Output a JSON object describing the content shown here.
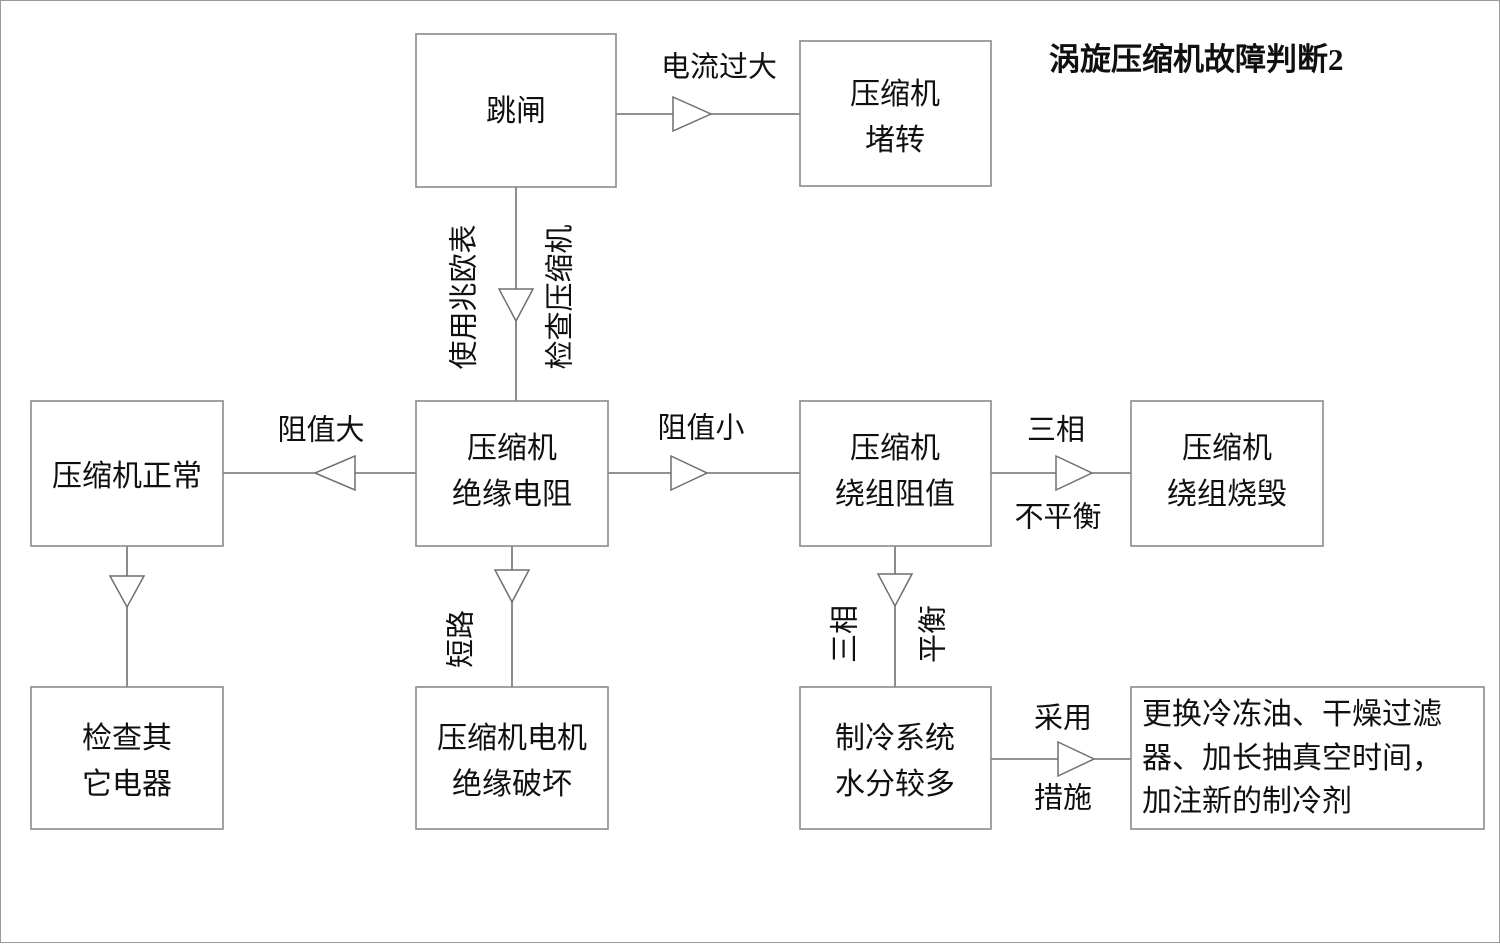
{
  "title": "涡旋压缩机故障判断2",
  "diagram": {
    "type": "flowchart",
    "nodes": {
      "trip": {
        "lines": [
          "跳闸"
        ]
      },
      "stall": {
        "lines": [
          "压缩机",
          "堵转"
        ]
      },
      "normal": {
        "lines": [
          "压缩机正常"
        ]
      },
      "insulation": {
        "lines": [
          "压缩机",
          "绝缘电阻"
        ]
      },
      "winding": {
        "lines": [
          "压缩机",
          "绕组阻值"
        ]
      },
      "burnt": {
        "lines": [
          "压缩机",
          "绕组烧毁"
        ]
      },
      "check_other": {
        "lines": [
          "检查其",
          "它电器"
        ]
      },
      "motor_ins": {
        "lines": [
          "压缩机电机",
          "绝缘破坏"
        ]
      },
      "moisture": {
        "lines": [
          "制冷系统",
          "水分较多"
        ]
      },
      "measures": {
        "lines": [
          "更换冷冻油、干燥过滤",
          "器、加长抽真空时间，",
          "加注新的制冷剂"
        ]
      }
    },
    "edge_labels": {
      "overcurrent": "电流过大",
      "use_megger": "使用兆欧表",
      "check_comp": "检查压缩机",
      "res_high": "阻值大",
      "res_low": "阻值小",
      "three_phase": "三相",
      "unbalanced": "不平衡",
      "short_circuit": "短路",
      "three_phase2": "三相",
      "balanced": "平衡",
      "adopt": "采用",
      "measure": "措施"
    },
    "colors": {
      "box_stroke": "#8a8a8e",
      "line": "#6f6f73",
      "text": "#101010",
      "background": "#ffffff"
    }
  }
}
